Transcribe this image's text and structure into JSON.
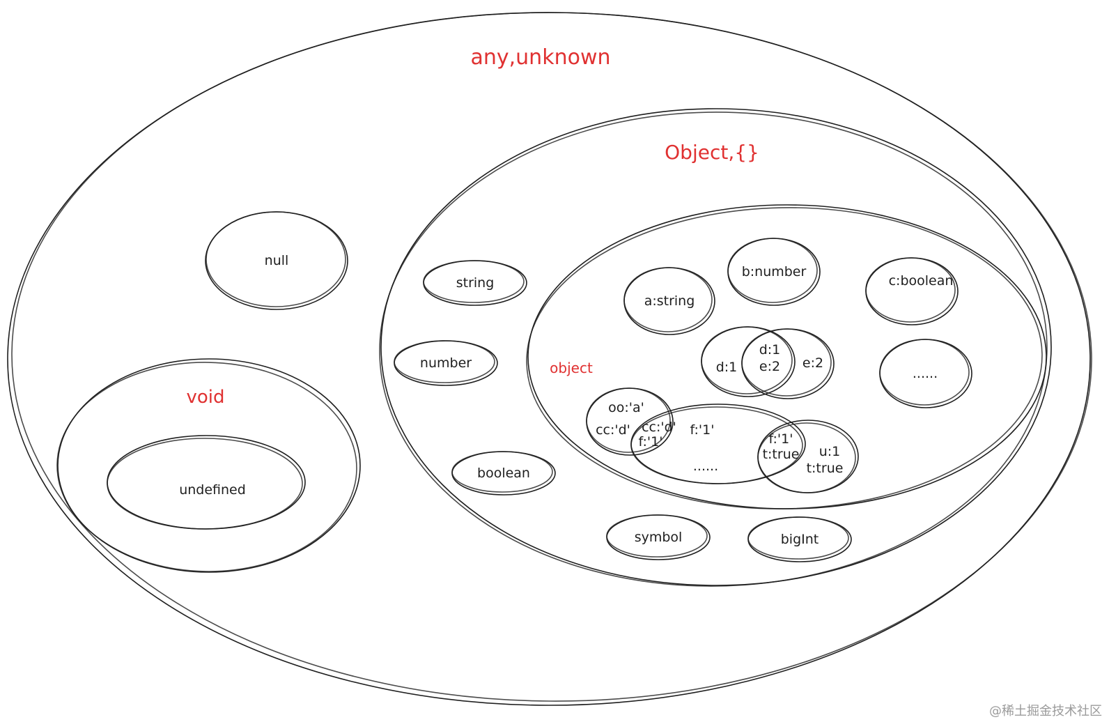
{
  "diagram": {
    "labels": {
      "outer": "any,unknown",
      "object_big": "Object,{}",
      "object_small": "object",
      "void": "void",
      "null": "null",
      "undefined": "undefined",
      "string": "string",
      "number": "number",
      "boolean": "boolean",
      "symbol": "symbol",
      "bigint": "bigInt",
      "a": "a:string",
      "b": "b:number",
      "c": "c:boolean",
      "more1": "......",
      "d1": "d:1",
      "de_d": "d:1",
      "de_e": "e:2",
      "e2": "e:2",
      "oo": "oo:'a'",
      "cc": "cc:'d'",
      "ccf_cc": "cc:'d'",
      "ccf_f": "f:'1'",
      "f1": "f:'1'",
      "more2": "......",
      "ft_f": "f:'1'",
      "ft_t": "t:true",
      "u1": "u:1",
      "ut": "t:true"
    },
    "colors": {
      "stroke": "#1e1e1e",
      "accent": "#e03131"
    },
    "watermark": "@稀土掘金技术社区"
  }
}
